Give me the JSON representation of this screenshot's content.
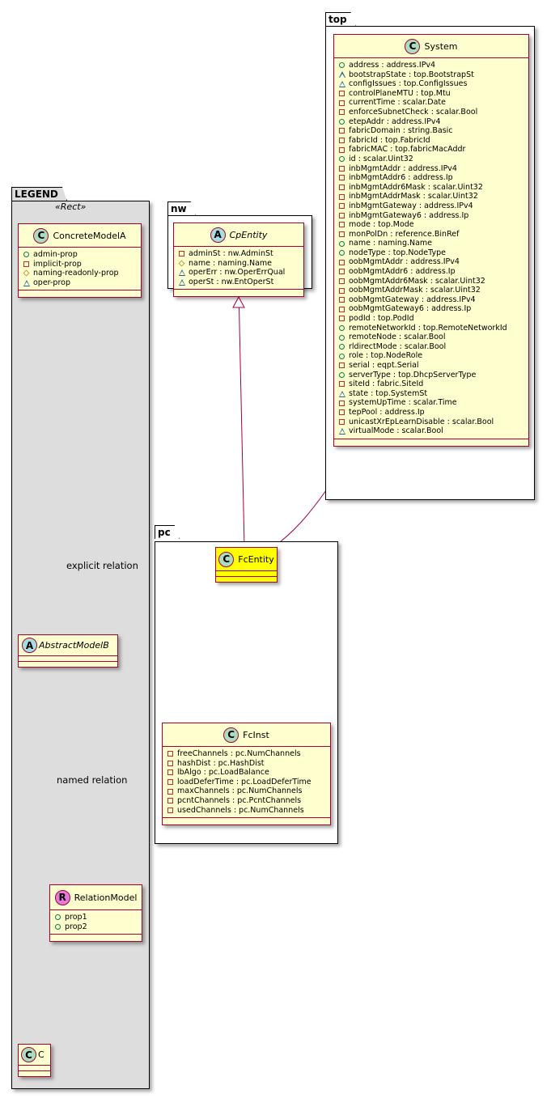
{
  "packages": {
    "top": {
      "name": "top"
    },
    "nw": {
      "name": "nw"
    },
    "pc": {
      "name": "pc"
    },
    "legend": {
      "name": "LEGEND",
      "stereotype": "«Rect»"
    }
  },
  "classes": {
    "system": {
      "name": "System",
      "kind": "C",
      "attributes": [
        {
          "vis": "public",
          "text": "address : address.IPv4"
        },
        {
          "vis": "package",
          "text": "bootstrapState : top.BootstrapSt"
        },
        {
          "vis": "package",
          "text": "configIssues : top.ConfigIssues"
        },
        {
          "vis": "private",
          "text": "controlPlaneMTU : top.Mtu"
        },
        {
          "vis": "private",
          "text": "currentTime : scalar.Date"
        },
        {
          "vis": "private",
          "text": "enforceSubnetCheck : scalar.Bool"
        },
        {
          "vis": "public",
          "text": "etepAddr : address.IPv4"
        },
        {
          "vis": "private",
          "text": "fabricDomain : string.Basic"
        },
        {
          "vis": "private",
          "text": "fabricId : top.FabricId"
        },
        {
          "vis": "private",
          "text": "fabricMAC : top.fabricMacAddr"
        },
        {
          "vis": "public",
          "text": "id : scalar.Uint32"
        },
        {
          "vis": "private",
          "text": "inbMgmtAddr : address.IPv4"
        },
        {
          "vis": "private",
          "text": "inbMgmtAddr6 : address.Ip"
        },
        {
          "vis": "private",
          "text": "inbMgmtAddr6Mask : scalar.Uint32"
        },
        {
          "vis": "private",
          "text": "inbMgmtAddrMask : scalar.Uint32"
        },
        {
          "vis": "private",
          "text": "inbMgmtGateway : address.IPv4"
        },
        {
          "vis": "private",
          "text": "inbMgmtGateway6 : address.Ip"
        },
        {
          "vis": "private",
          "text": "mode : top.Mode"
        },
        {
          "vis": "private",
          "text": "monPolDn : reference.BinRef"
        },
        {
          "vis": "public",
          "text": "name : naming.Name"
        },
        {
          "vis": "public",
          "text": "nodeType : top.NodeType"
        },
        {
          "vis": "private",
          "text": "oobMgmtAddr : address.IPv4"
        },
        {
          "vis": "private",
          "text": "oobMgmtAddr6 : address.Ip"
        },
        {
          "vis": "private",
          "text": "oobMgmtAddr6Mask : scalar.Uint32"
        },
        {
          "vis": "private",
          "text": "oobMgmtAddrMask : scalar.Uint32"
        },
        {
          "vis": "private",
          "text": "oobMgmtGateway : address.IPv4"
        },
        {
          "vis": "private",
          "text": "oobMgmtGateway6 : address.Ip"
        },
        {
          "vis": "private",
          "text": "podId : top.PodId"
        },
        {
          "vis": "public",
          "text": "remoteNetworkId : top.RemoteNetworkId"
        },
        {
          "vis": "public",
          "text": "remoteNode : scalar.Bool"
        },
        {
          "vis": "public",
          "text": "rldirectMode : scalar.Bool"
        },
        {
          "vis": "public",
          "text": "role : top.NodeRole"
        },
        {
          "vis": "private",
          "text": "serial : eqpt.Serial"
        },
        {
          "vis": "public",
          "text": "serverType : top.DhcpServerType"
        },
        {
          "vis": "private",
          "text": "siteId : fabric.SiteId"
        },
        {
          "vis": "package",
          "text": "state : top.SystemSt"
        },
        {
          "vis": "private",
          "text": "systemUpTime : scalar.Time"
        },
        {
          "vis": "private",
          "text": "tepPool : address.Ip"
        },
        {
          "vis": "private",
          "text": "unicastXrEpLearnDisable : scalar.Bool"
        },
        {
          "vis": "package",
          "text": "virtualMode : scalar.Bool"
        }
      ]
    },
    "cpEntity": {
      "name": "CpEntity",
      "kind": "A",
      "attributes": [
        {
          "vis": "private",
          "text": "adminSt : nw.AdminSt"
        },
        {
          "vis": "protected",
          "text": "name : naming.Name"
        },
        {
          "vis": "package",
          "text": "operErr : nw.OperErrQual"
        },
        {
          "vis": "package",
          "text": "operSt : nw.EntOperSt"
        }
      ]
    },
    "fcEntity": {
      "name": "FcEntity",
      "kind": "C",
      "attributes": []
    },
    "fcInst": {
      "name": "FcInst",
      "kind": "C",
      "attributes": [
        {
          "vis": "private",
          "text": "freeChannels : pc.NumChannels"
        },
        {
          "vis": "private",
          "text": "hashDist : pc.HashDist"
        },
        {
          "vis": "private",
          "text": "lbAlgo : pc.LoadBalance"
        },
        {
          "vis": "private",
          "text": "loadDeferTime : pc.LoadDeferTime"
        },
        {
          "vis": "private",
          "text": "maxChannels : pc.NumChannels"
        },
        {
          "vis": "private",
          "text": "pcntChannels : pc.PcntChannels"
        },
        {
          "vis": "private",
          "text": "usedChannels : pc.NumChannels"
        }
      ]
    },
    "concreteModelA": {
      "name": "ConcreteModelA",
      "kind": "C",
      "attributes": [
        {
          "vis": "public",
          "text": "admin-prop"
        },
        {
          "vis": "private",
          "text": "implicit-prop"
        },
        {
          "vis": "protected",
          "text": "naming-readonly-prop"
        },
        {
          "vis": "package",
          "text": "oper-prop"
        }
      ]
    },
    "abstractModelB": {
      "name": "AbstractModelB",
      "kind": "A",
      "attributes": []
    },
    "relationModel": {
      "name": "RelationModel",
      "kind": "R",
      "attributes": [
        {
          "vis": "public",
          "text": "prop1"
        },
        {
          "vis": "public",
          "text": "prop2"
        }
      ]
    },
    "c": {
      "name": "C",
      "kind": "C",
      "attributes": []
    }
  },
  "relations": {
    "explicit": {
      "label": "explicit relation"
    },
    "named": {
      "label": "named relation"
    }
  },
  "colors": {
    "class_fill": "#fefece",
    "class_border": "#a80036",
    "highlight_fill": "#ffff00",
    "legend_fill": "#dddddd",
    "edge": "#a80036"
  }
}
